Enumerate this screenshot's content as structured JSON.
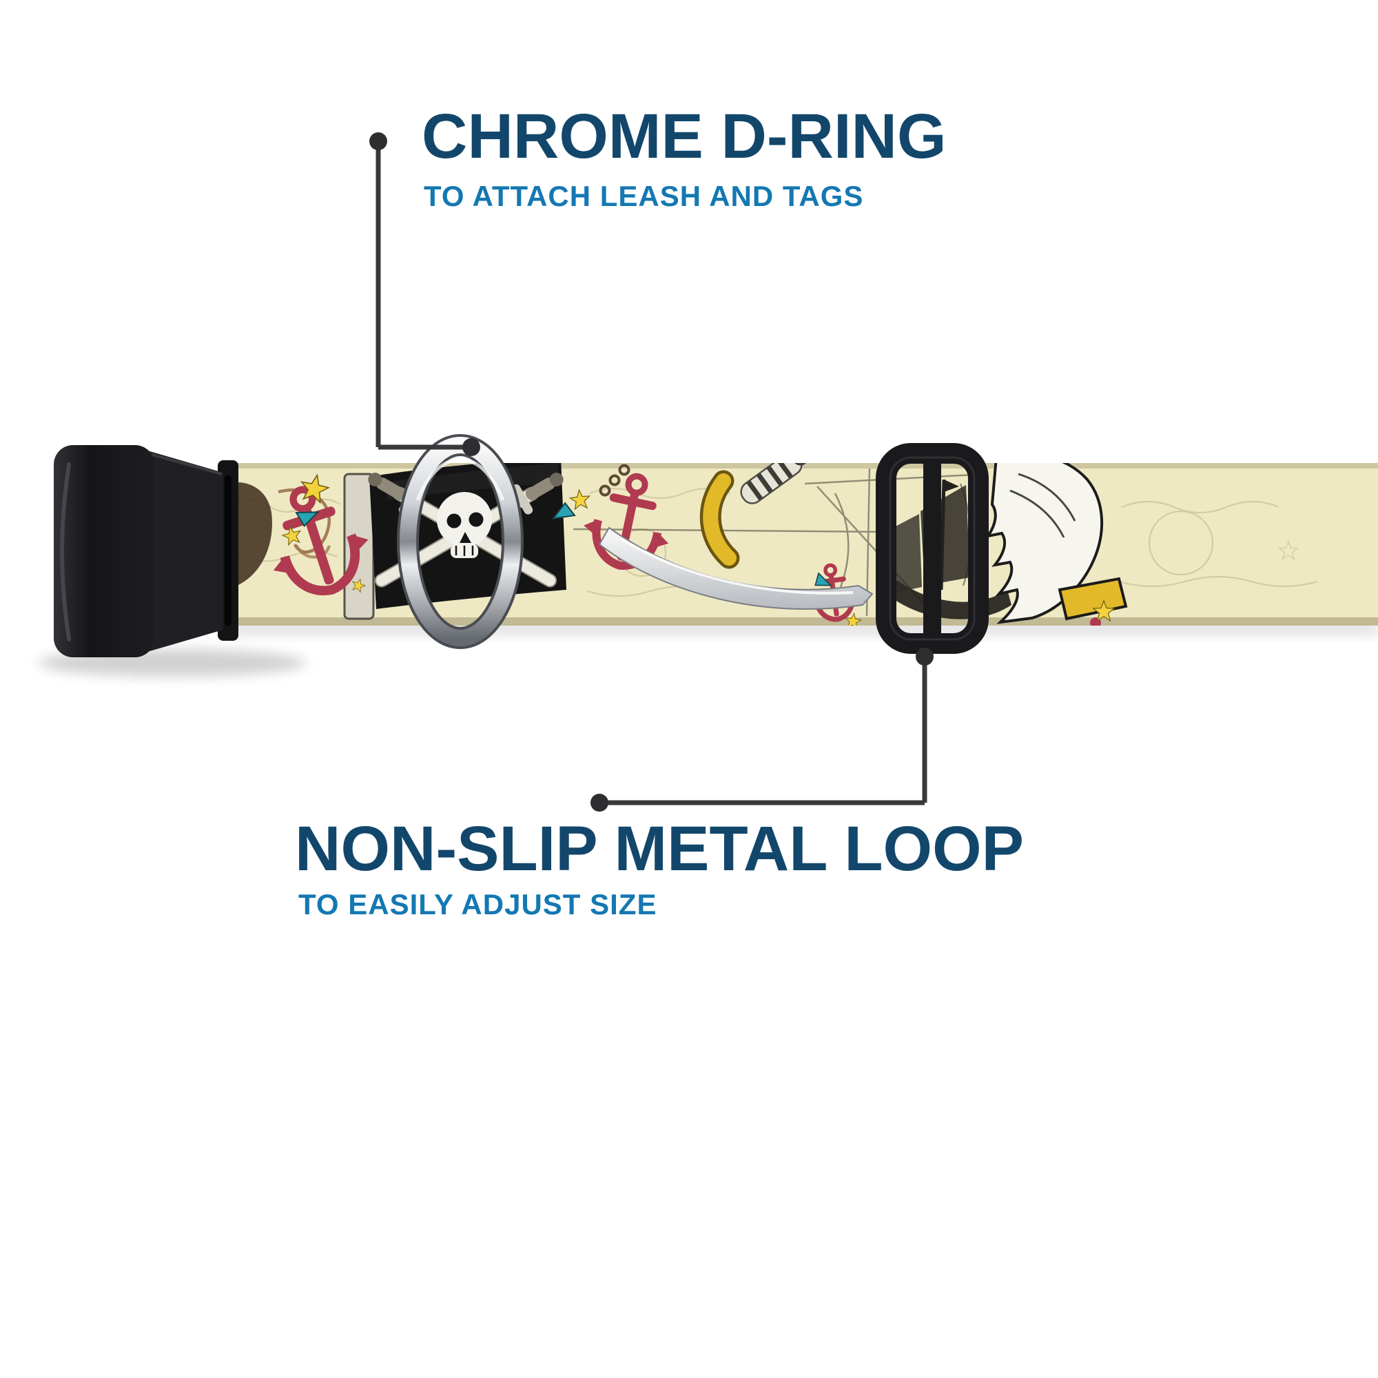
{
  "annotations": {
    "top": {
      "title": "CHROME D-RING",
      "subtitle": "TO ATTACH LEASH AND TAGS"
    },
    "bottom": {
      "title": "NON-SLIP METAL LOOP",
      "subtitle": "TO EASILY ADJUST SIZE"
    }
  },
  "colors": {
    "title_navy": "#12476B",
    "subtitle_blue": "#1478B2",
    "callout_gray": "#39393B",
    "webbing_cream": "#EFE9C3",
    "buckle_black": "#1B1B1E",
    "flag_black": "#141414",
    "skull_white": "#F2F1EC",
    "anchor_red": "#B03A4F",
    "star_yellow": "#F4D23C",
    "pennant_teal": "#2AA3B3",
    "sword_gold": "#E2B929",
    "blade_silver": "#C9CCD0",
    "chrome_light": "#E9EAEC",
    "slider_black": "#1A1A1D"
  },
  "graphics": {
    "icons": [
      "side-release-buckle",
      "webbing-strap",
      "pirate-flag",
      "skull-crossbones",
      "crossed-swords",
      "anchor",
      "star",
      "pennant",
      "cutlass",
      "pirate-ship",
      "eagle-wing",
      "d-ring",
      "tri-glide-slider"
    ]
  }
}
